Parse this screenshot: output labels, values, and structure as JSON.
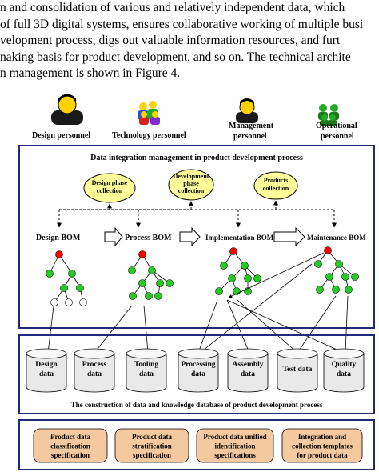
{
  "paragraph": {
    "lines": [
      "n and consolidation of various and relatively independent data, which",
      "of full 3D digital systems, ensures collaborative working of multiple busi",
      "velopment process, digs out valuable information resources, and furt",
      "naking basis for product development, and so on. The technical archite",
      "n management is shown in Figure 4."
    ]
  },
  "personnel": [
    {
      "label": "Design personnel"
    },
    {
      "label": "Technology personnel"
    },
    {
      "label_lines": [
        "Management",
        "personnel"
      ]
    },
    {
      "label_lines": [
        "Operational",
        "personnel"
      ]
    }
  ],
  "integration": {
    "title": "Data integration management in product development process",
    "collections": [
      {
        "lines": [
          "Design phase",
          "collection"
        ]
      },
      {
        "lines": [
          "Development",
          "phase",
          "collection"
        ]
      },
      {
        "lines": [
          "Products",
          "collection"
        ]
      }
    ],
    "boms": [
      "Design BOM",
      "Process BOM",
      "Implementation BOM",
      "Maintenance BOM"
    ]
  },
  "database": {
    "caption": "The construction of data and knowledge database of product development process",
    "cylinders": [
      {
        "lines": [
          "Design",
          "data"
        ]
      },
      {
        "lines": [
          "Process",
          "data"
        ]
      },
      {
        "lines": [
          "Tooling",
          "data"
        ]
      },
      {
        "lines": [
          "Processing",
          "data"
        ]
      },
      {
        "lines": [
          "Assembly",
          "data"
        ]
      },
      {
        "lines": [
          "Test data"
        ]
      },
      {
        "lines": [
          "Quality",
          "data"
        ]
      }
    ]
  },
  "specifications": [
    {
      "lines": [
        "Product data",
        "classification",
        "specification"
      ]
    },
    {
      "lines": [
        "Product data",
        "stratification",
        "specification"
      ]
    },
    {
      "lines": [
        "Product data unified",
        "identification",
        "specifications"
      ]
    },
    {
      "lines": [
        "Integration and",
        "collection templates",
        "for product data"
      ]
    }
  ],
  "colors": {
    "frame": "#1f2a7a",
    "ellipse": "#ffff99",
    "spec_box": "#f5c9a0",
    "node_red": "#ff0000",
    "node_green": "#22cc22",
    "cylinder": "#e9e9e9"
  }
}
